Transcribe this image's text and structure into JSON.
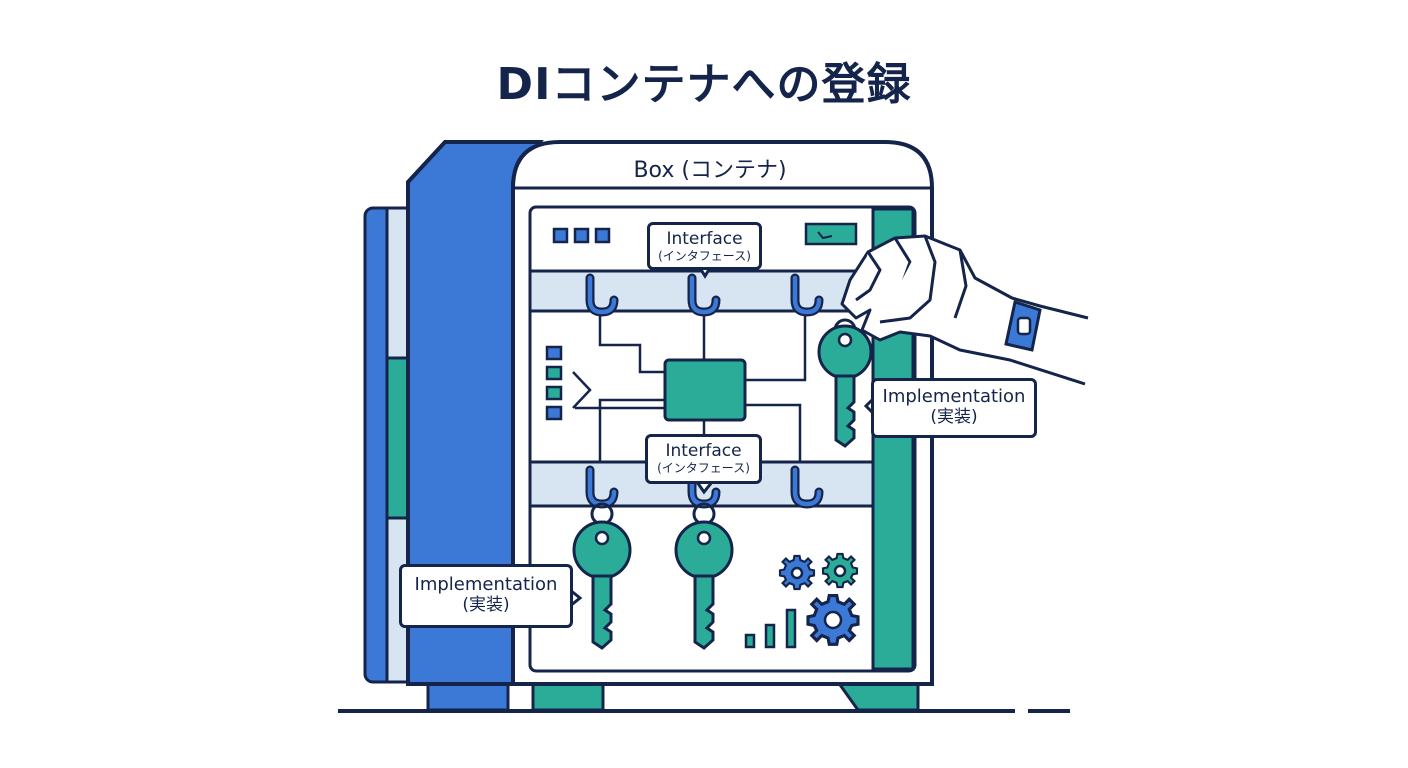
{
  "title": "DIコンテナへの登録",
  "box_title": "Box (コンテナ)",
  "interface_label": {
    "main": "Interface",
    "sub": "(インタフェース)"
  },
  "implementation_label": {
    "main": "Implementation",
    "sub": "(実装)"
  },
  "colors": {
    "navy": "#14244a",
    "blue": "#3c78d6",
    "teal": "#2bac99",
    "light_blue": "#d6e5f1",
    "white": "#ffffff"
  }
}
